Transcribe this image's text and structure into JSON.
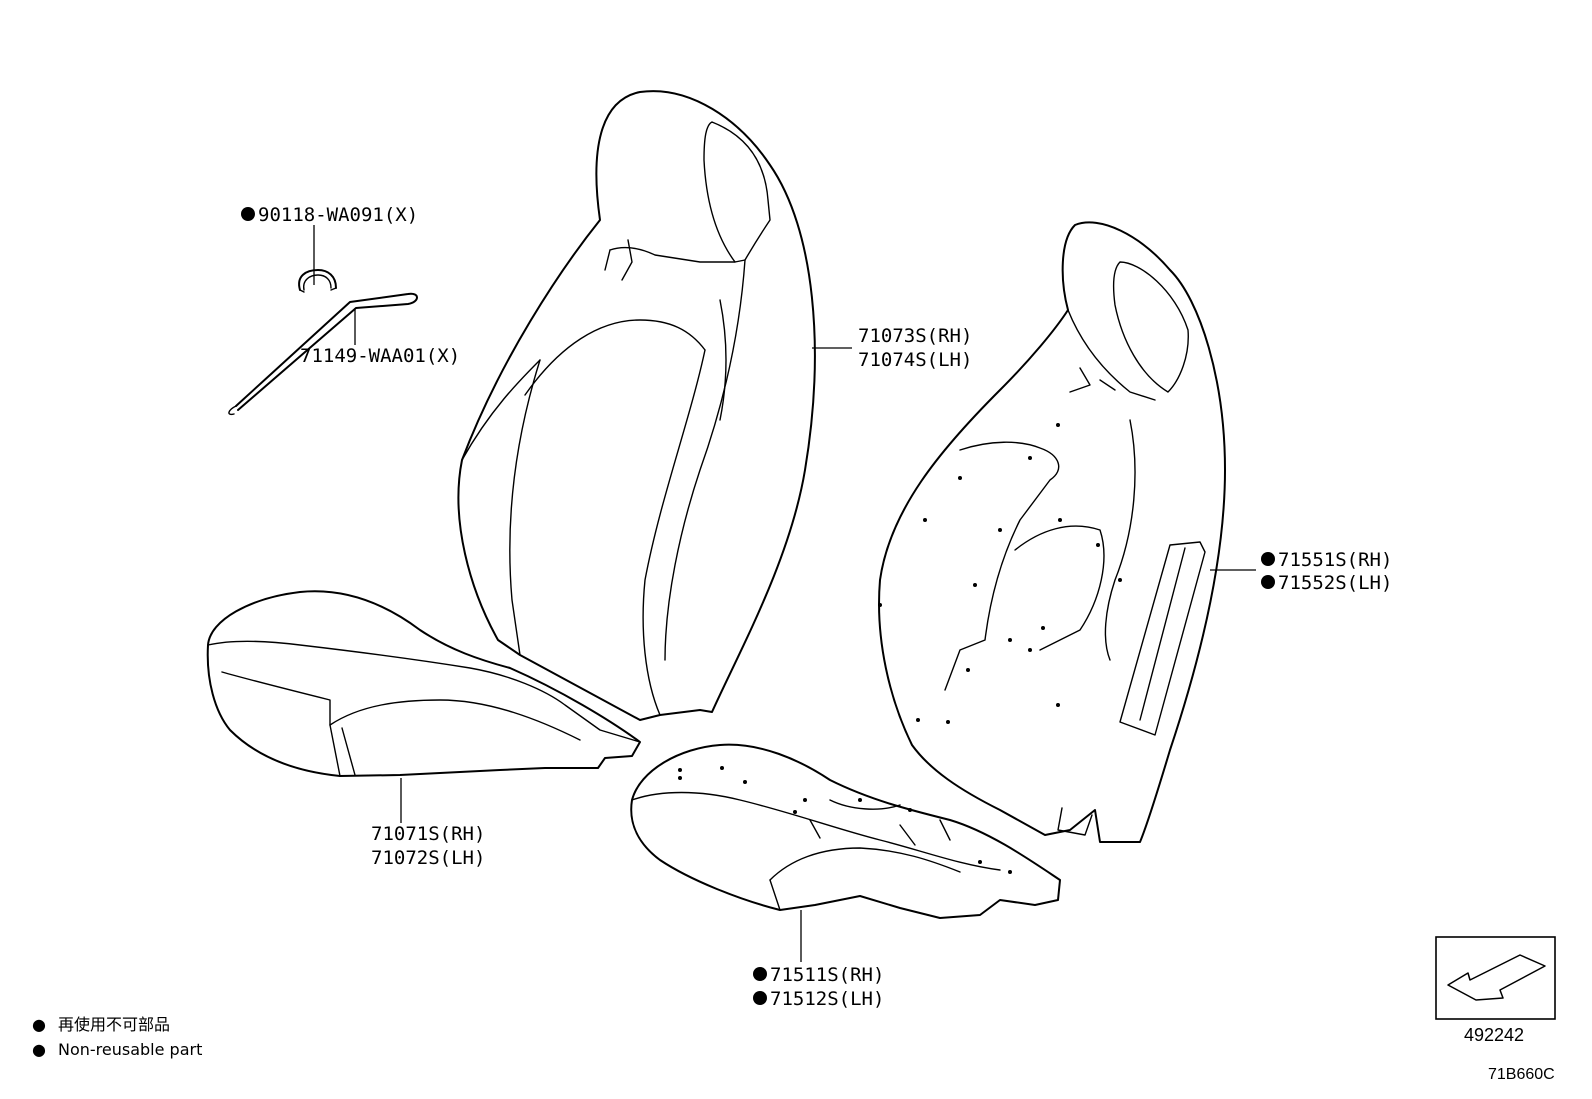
{
  "diagram": {
    "parts": [
      {
        "id": "clip",
        "lines": [
          "90118-WA091(X)"
        ],
        "non_reusable": true
      },
      {
        "id": "wire",
        "lines": [
          "71149-WAA01(X)"
        ],
        "non_reusable": false
      },
      {
        "id": "back-cover",
        "lines": [
          "71073S(RH)",
          "71074S(LH)"
        ],
        "non_reusable": false
      },
      {
        "id": "cushion-cover",
        "lines": [
          "71071S(RH)",
          "71072S(LH)"
        ],
        "non_reusable": false
      },
      {
        "id": "back-pad",
        "lines": [
          "71551S(RH)",
          "71552S(LH)"
        ],
        "non_reusable": true
      },
      {
        "id": "cushion-pad",
        "lines": [
          "71511S(RH)",
          "71512S(LH)"
        ],
        "non_reusable": true
      }
    ],
    "legend": [
      {
        "marker": "●",
        "text": "再使用不可部品"
      },
      {
        "marker": "●",
        "text": "Non-reusable part"
      }
    ],
    "reference_code": "492242",
    "figure_code": "71B660C"
  }
}
